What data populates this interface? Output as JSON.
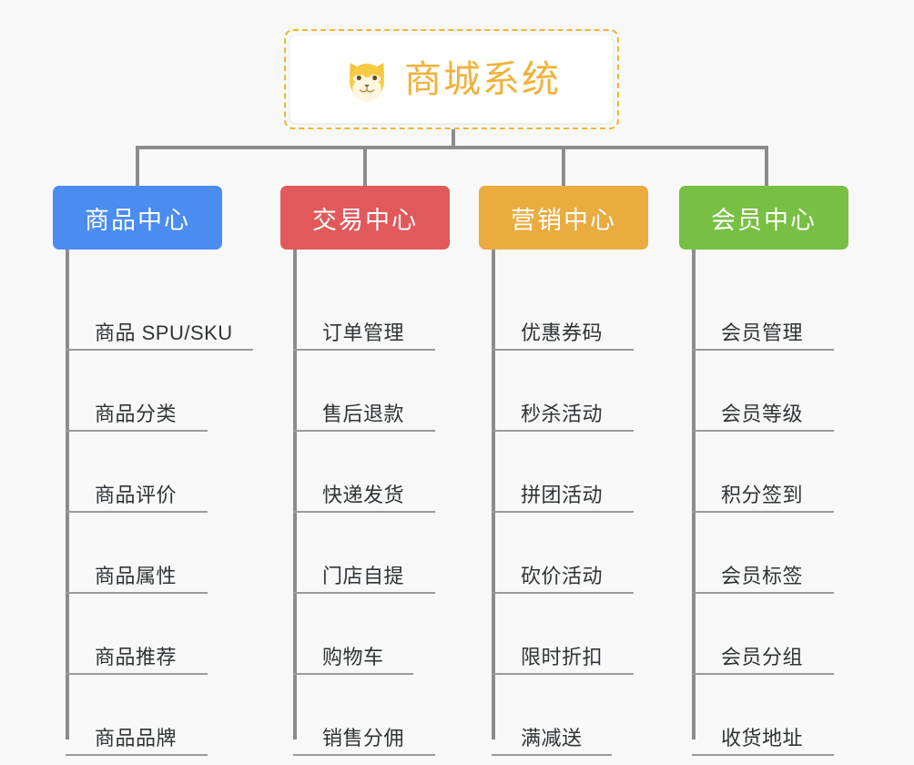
{
  "page": {
    "background_color": "#f8f8f8",
    "connector_color": "#8c8c8c"
  },
  "root": {
    "title": "商城系统",
    "icon": "shiba-dog-face-icon",
    "border_color": "#f0b433",
    "text_color": "#f0b23a"
  },
  "columns": [
    {
      "id": "product-center",
      "header": "商品中心",
      "color": "#4a8cf0",
      "items": [
        {
          "label": "商品 SPU/SKU",
          "rule_width": 206
        },
        {
          "label": "商品分类",
          "rule_width": 156
        },
        {
          "label": "商品评价",
          "rule_width": 156
        },
        {
          "label": "商品属性",
          "rule_width": 156
        },
        {
          "label": "商品推荐",
          "rule_width": 156
        },
        {
          "label": "商品品牌",
          "rule_width": 156
        }
      ]
    },
    {
      "id": "trade-center",
      "header": "交易中心",
      "color": "#e1595a",
      "items": [
        {
          "label": "订单管理",
          "rule_width": 156
        },
        {
          "label": "售后退款",
          "rule_width": 156
        },
        {
          "label": "快递发货",
          "rule_width": 156
        },
        {
          "label": "门店自提",
          "rule_width": 156
        },
        {
          "label": "购物车",
          "rule_width": 132
        },
        {
          "label": "销售分佣",
          "rule_width": 156
        }
      ]
    },
    {
      "id": "marketing-center",
      "header": "营销中心",
      "color": "#eaab3f",
      "items": [
        {
          "label": "优惠券码",
          "rule_width": 156
        },
        {
          "label": "秒杀活动",
          "rule_width": 156
        },
        {
          "label": "拼团活动",
          "rule_width": 156
        },
        {
          "label": "砍价活动",
          "rule_width": 156
        },
        {
          "label": "限时折扣",
          "rule_width": 156
        },
        {
          "label": "满减送",
          "rule_width": 132
        }
      ]
    },
    {
      "id": "member-center",
      "header": "会员中心",
      "color": "#77c043",
      "items": [
        {
          "label": "会员管理",
          "rule_width": 156
        },
        {
          "label": "会员等级",
          "rule_width": 156
        },
        {
          "label": "积分签到",
          "rule_width": 156
        },
        {
          "label": "会员标签",
          "rule_width": 156
        },
        {
          "label": "会员分组",
          "rule_width": 156
        },
        {
          "label": "收货地址",
          "rule_width": 156
        }
      ]
    }
  ]
}
